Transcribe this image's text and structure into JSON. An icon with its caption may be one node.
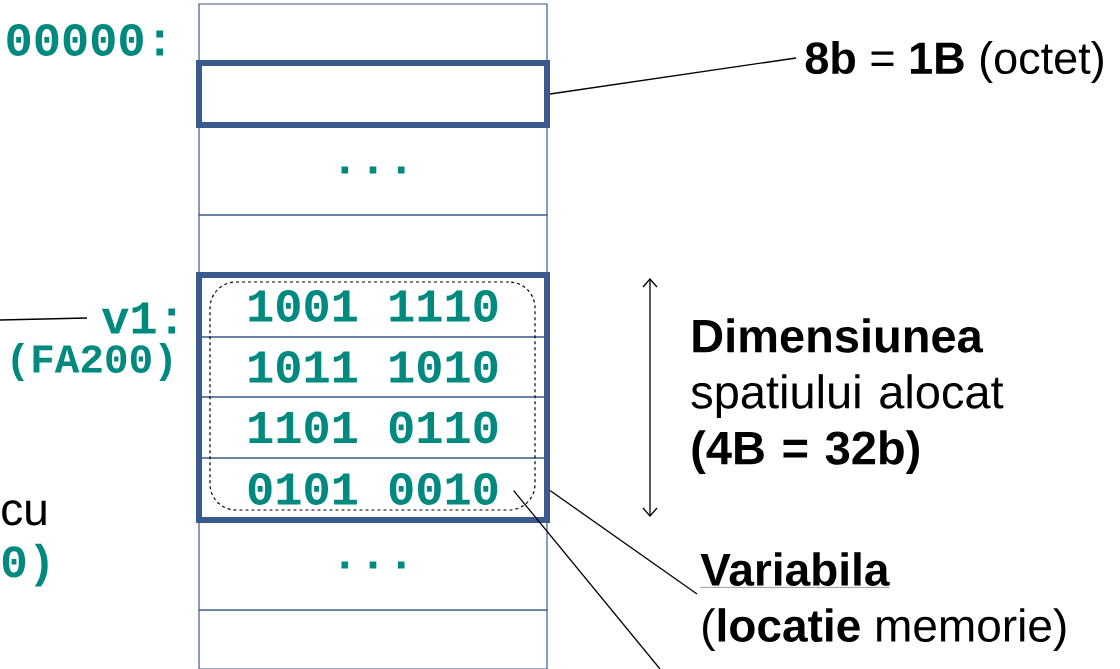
{
  "diagram": {
    "nodes": [
      {
        "text": [],
        "shape": "box"
      },
      {
        "text": [],
        "shape": "box"
      },
      {
        "text": [
          "..."
        ]
      },
      {
        "text": [],
        "shape": "box"
      },
      {
        "text": [],
        "shape": "box"
      },
      {
        "text": [],
        "shape": "box",
        "in": 4
      },
      {
        "text": [
          "1001 1110"
        ],
        "in": 4
      },
      {
        "text": [
          "1011 1010"
        ],
        "in": 4
      },
      {
        "text": [
          "1101 0110"
        ],
        "in": 4
      },
      {
        "text": [
          "0101 0010"
        ],
        "in": 4
      },
      {
        "text": [
          "..."
        ]
      },
      {
        "text": [],
        "shape": "box"
      },
      {
        "text": [
          "v1:"
        ]
      },
      {
        "text": [
          "**8b** = **1B** (octet)"
        ]
      },
      {
        "text": [
          "Variabila",
          "(**locatie** memorie)"
        ]
      }
    ],
    "edges": [
      {
        "from": 13,
        "to": 1,
        "arrow": "none"
      },
      {
        "from": null,
        "to": 12,
        "arrow": "none"
      },
      {
        "from": 14,
        "to": 4,
        "arrow": "none"
      },
      {
        "from": 5,
        "to": null,
        "arrow": "none"
      }
    ],
    "labels": [
      "00000:",
      "(FA200)",
      "cu",
      "0)",
      "**Dimensiunea** spatiului alocat **(4B = 32b)**"
    ]
  }
}
